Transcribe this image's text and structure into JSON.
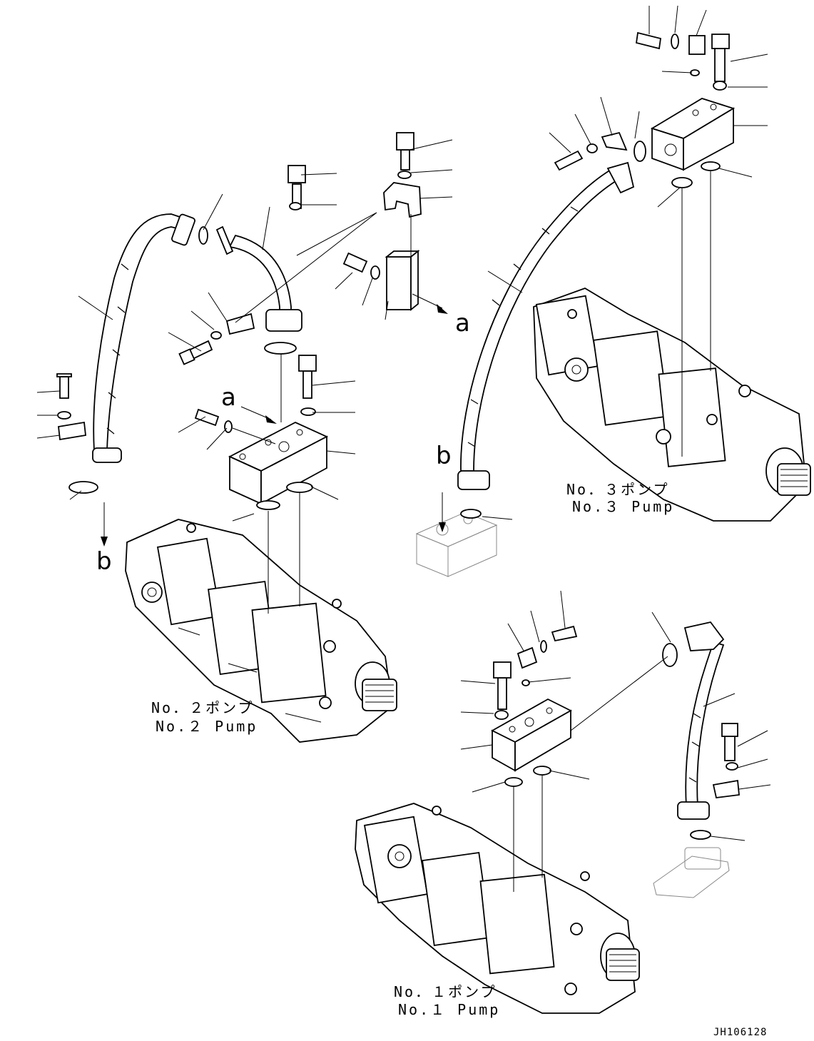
{
  "labels": {
    "pump2_jp": "No．２ポンプ",
    "pump2_en": "No.２ Pump",
    "pump3_jp": "No．３ポンプ",
    "pump3_en": "No.３ Pump",
    "pump1_jp": "No．１ポンプ",
    "pump1_en": "No.１ Pump",
    "ref_a": "a",
    "ref_b": "b",
    "drawing_number": "JH106128"
  }
}
